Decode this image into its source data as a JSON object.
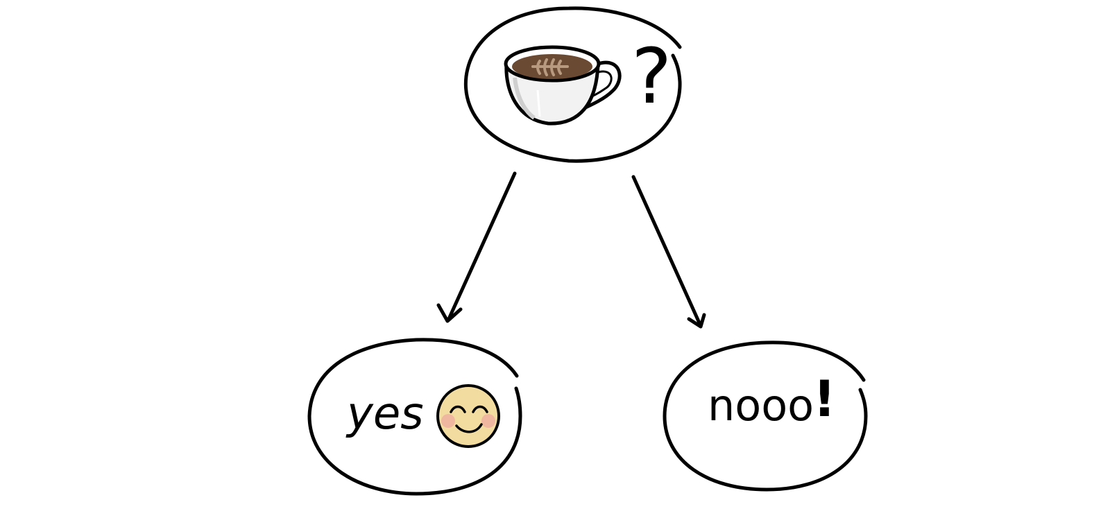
{
  "diagram": {
    "root": {
      "icon": "coffee-cup-icon",
      "mark": "?"
    },
    "branches": [
      {
        "id": "yes",
        "label": "yes",
        "icon": "smiling-face-icon"
      },
      {
        "id": "no",
        "label": "nooo",
        "suffix": "!"
      }
    ],
    "colors": {
      "stroke": "#000000",
      "coffee": "#6b4a33",
      "cup": "#f2f2f2",
      "face": "#f3dca0",
      "cheek": "#f0b7a0"
    }
  }
}
